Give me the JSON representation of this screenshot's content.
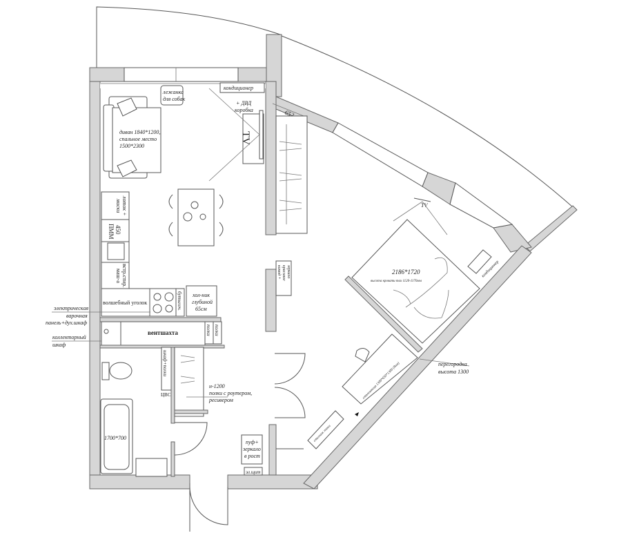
{
  "labels": {
    "air_conditioner": "кондиционер",
    "dvd_line1": "+ ДВД",
    "dvd_line2": "коробка",
    "tv_living": "TV",
    "dog_bed_1": "лежанка",
    "dog_bed_2": "для собак",
    "sofa_1": "диван 1840*1200,",
    "sofa_2": "спальное место",
    "sofa_3": "1500*2300",
    "litter": "лоток + миски",
    "dishwasher_1": "ПММ",
    "dishwasher_2": "450",
    "washer": "встр.стир. маш-а",
    "magic_corner": "волшебный уголок",
    "bottles": "бутылоч.",
    "fridge_1": "хол-ник",
    "fridge_2": "глубиной",
    "fridge_3": "65см",
    "hob_1": "электрическая",
    "hob_2": "варочная",
    "hob_3": "панель+дух.шкаф",
    "manifold_1": "коллекторный",
    "manifold_2": "шкаф",
    "vent_shaft": "вентшахта",
    "shelves_a": "полки",
    "shelves_b": "полки",
    "wardrobe_shelves": "шкаф+полки",
    "water_heater": "ЦВС",
    "router_1": "н-1200",
    "router_2": "полки с роутером,",
    "router_3": "ресивером",
    "bath": "1700*700",
    "pouf_1": "пуф+",
    "pouf_2": "зеркало",
    "pouf_3": "в рост",
    "panel": "эл.щит",
    "dresser_1": "комод +",
    "dresser_2": "красивое",
    "dresser_3": "зеркало",
    "dimension": "652",
    "tv_bedroom": "TV",
    "bed_size": "2186*1720",
    "bed_height": "высота кровати max 1120-1170мм",
    "air_conditioner_bedroom": "кондиционер",
    "partition_1": "перегородка",
    "partition_2": "высота 1300",
    "desk": "столешница 1300*650*1300 (Ikea)",
    "rack": "стеллаж полки"
  }
}
